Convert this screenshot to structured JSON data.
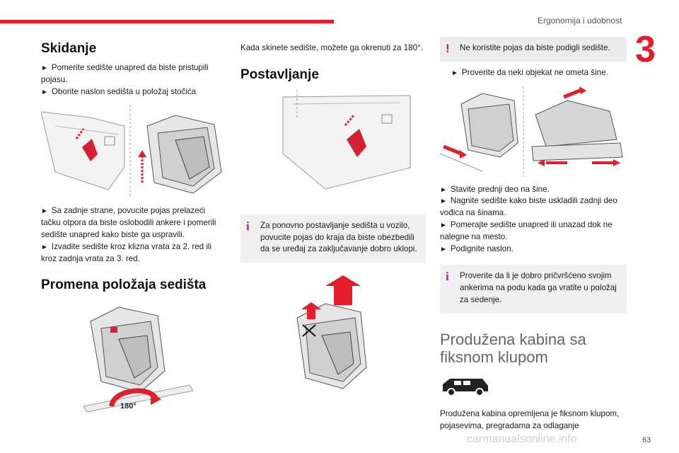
{
  "header": {
    "section": "Ergonomija i udobnost",
    "chapter": "3"
  },
  "footer": {
    "page": "63",
    "watermark": "carmanualsonline.info"
  },
  "col1": {
    "title1": "Skidanje",
    "p1": "Pomerite sedište unapred da biste pristupili pojasu.",
    "p2": "Oborite naslon sedišta u položaj stočića",
    "p3": "Sa zadnje strane, povucite pojas prelazeći tačku otpora da biste oslobodili ankere i pomerili sedište unapred kako biste ga uspravili.",
    "p4": "Izvadite sedište kroz klizna vrata za 2. red ili kroz zadnja vrata za 3. red.",
    "title2": "Promena položaja sedišta",
    "rot_label": "180°"
  },
  "col2": {
    "p1": "Kada skinete sedište, možete ga okrenuti za 180°.",
    "title": "Postavljanje",
    "note": "Za ponovno postavljanje sedišta u vozilo, povucite pojas do kraja da biste obezbedili da se uređaj za zaključavanje dobro uklopi."
  },
  "col3": {
    "warn": "Ne koristite pojas da biste podigli sedište.",
    "p1": "Proverite da neki objekat ne ometa šine.",
    "p2": "Stavite prednji deo na šine.",
    "p3": "Nagnite sedište kako biste uskladili zadnji deo vođica na šinama.",
    "p4": "Pomerajte sedište unapred ili unazad dok ne nalegne na mesto.",
    "p5": "Podignite naslon.",
    "note": "Proverite da li je dobro pričvršćeno svojim ankerima na podu kada ga vratite u položaj za sedenje.",
    "title": "Produžena kabina sa fiksnom klupom",
    "p6": "Produžena kabina opremljena je fiksnom klupom, pojasevima, pregradama za odlaganje"
  },
  "icons": [
    "info-icon",
    "warning-icon",
    "arrow-bullet-icon",
    "van-icon"
  ],
  "colors": {
    "accent": "#e41d2b",
    "info": "#b2238c",
    "note_bg": "#f0f0f0"
  }
}
